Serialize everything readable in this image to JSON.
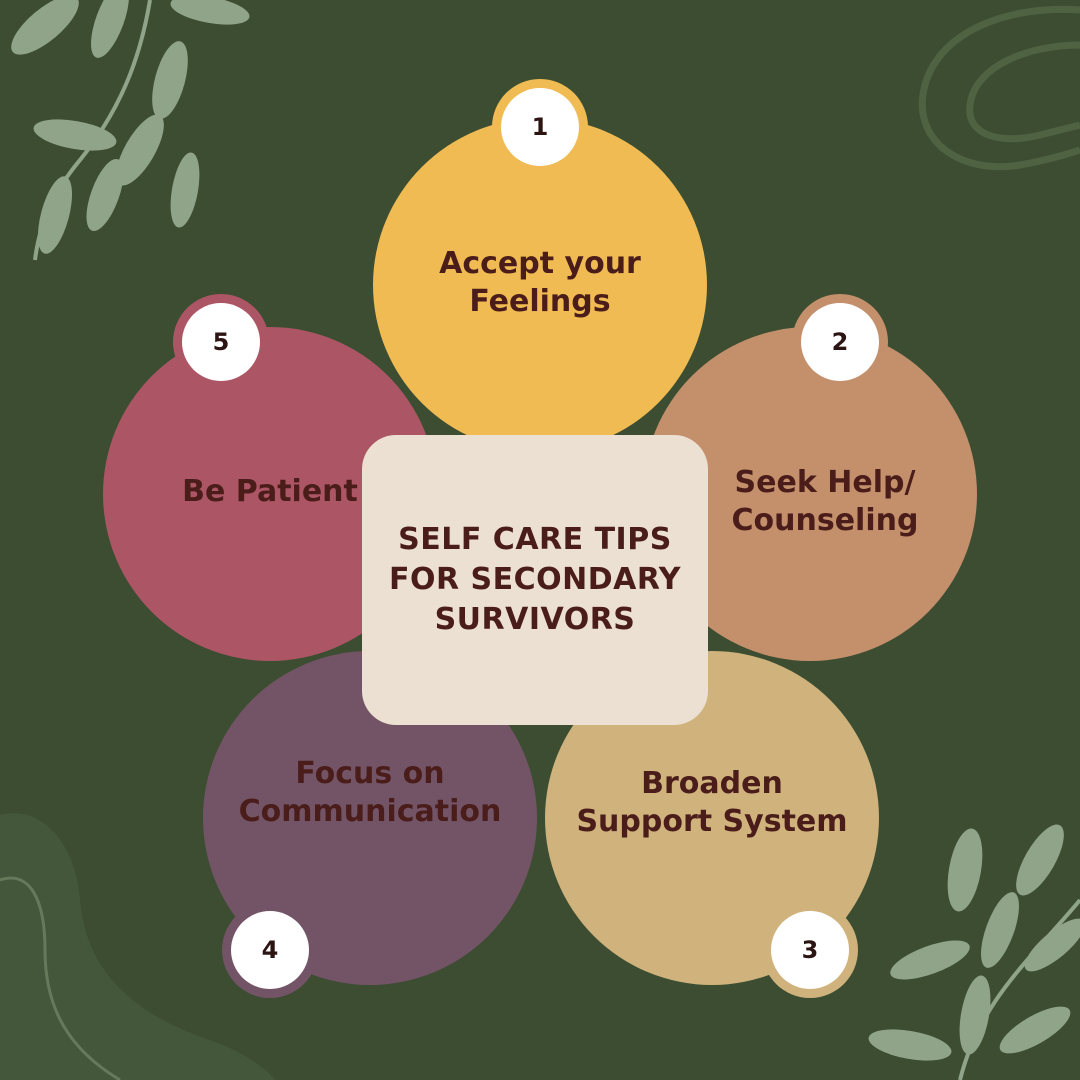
{
  "center": {
    "title": "SELF CARE TIPS\nFOR SECONDARY\nSURVIVORS"
  },
  "tips": [
    {
      "number": "1",
      "label": "Accept your\nFeelings",
      "color": "#f0bb52"
    },
    {
      "number": "2",
      "label": "Seek Help/\nCounseling",
      "color": "#c3906b"
    },
    {
      "number": "3",
      "label": "Broaden\nSupport System",
      "color": "#cfb27c"
    },
    {
      "number": "4",
      "label": "Focus on\nCommunication",
      "color": "#735466"
    },
    {
      "number": "5",
      "label": "Be Patient",
      "color": "#ac5565"
    }
  ],
  "colors": {
    "background": "#3c4d32",
    "center_box": "#ece0d2",
    "text": "#4a1d1a",
    "leaf": "#9fb49a"
  },
  "decorations": [
    "leaf-branch-top-left",
    "leaf-branch-bottom-right",
    "swirl-top-right",
    "blob-bottom-left"
  ]
}
